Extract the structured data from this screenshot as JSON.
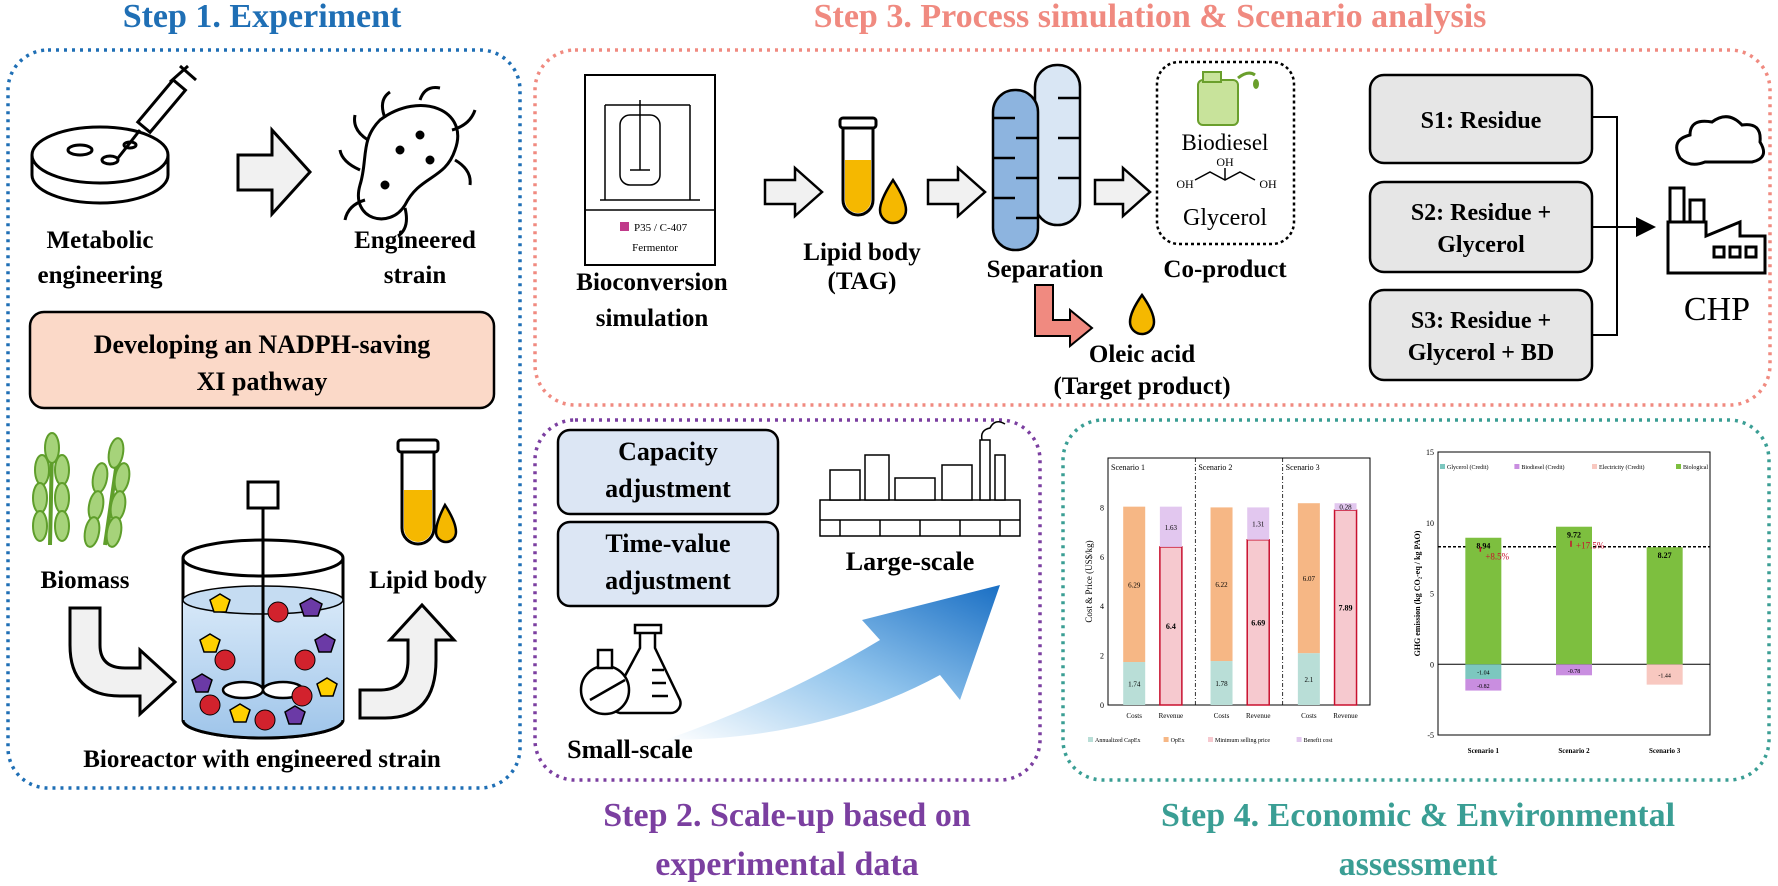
{
  "step1": {
    "title": "Step 1. Experiment",
    "metabolic": [
      "Metabolic",
      "engineering"
    ],
    "engineered_strain": [
      "Engineered",
      "strain"
    ],
    "pathway_box": [
      "Developing an NADPH-saving",
      "XI pathway"
    ],
    "biomass": "Biomass",
    "lipid_body": "Lipid body",
    "bioreactor": "Bioreactor with engineered strain"
  },
  "step2": {
    "title": [
      "Step 2. Scale-up based on",
      "experimental data"
    ],
    "capacity": [
      "Capacity",
      "adjustment"
    ],
    "time_value": [
      "Time-value",
      "adjustment"
    ],
    "small_scale": "Small-scale",
    "large_scale": "Large-scale"
  },
  "step3": {
    "title": "Step 3. Process simulation & Scenario analysis",
    "fermentor_code": "P35 / C-407",
    "fermentor_label": "Fermentor",
    "bioconversion": [
      "Bioconversion",
      "simulation"
    ],
    "lipid_tag": [
      "Lipid body",
      "(TAG)"
    ],
    "separation": "Separation",
    "biodiesel": "Biodiesel",
    "oh_label": "OH",
    "glycerol": "Glycerol",
    "coproduct": "Co-product",
    "oleic": [
      "Oleic acid",
      "(Target product)"
    ],
    "s1": "S1: Residue",
    "s2": [
      "S2: Residue +",
      "Glycerol"
    ],
    "s3": [
      "S3: Residue +",
      "Glycerol + BD"
    ],
    "chp": "CHP"
  },
  "step4": {
    "title": [
      "Step 4. Economic & Environmental",
      "assessment"
    ]
  },
  "colors": {
    "step1": "#1f6fb5",
    "step2": "#7b3fa0",
    "step3": "#f08a80",
    "step4": "#3a9e94",
    "pathway_fill": "#fbd9c8",
    "adjust_fill": "#dce6f4",
    "capex": "#b9ded7",
    "opex": "#f6b785",
    "msp": "#f6c9cf",
    "benefit": "#e2c7ef",
    "glycerol_credit": "#7cc7bf",
    "biodiesel_credit": "#c98ee0",
    "electricity_credit": "#f8c8c0",
    "biological": "#7dbf3f"
  },
  "chart_data": [
    {
      "type": "bar",
      "ylabel": "Cost & Price (US$/kg)",
      "ylim": [
        0,
        10
      ],
      "yticks": [
        0,
        2,
        4,
        6,
        8
      ],
      "scenarios": [
        "Scenario 1",
        "Scenario 2",
        "Scenario 3"
      ],
      "categories": [
        "Costs",
        "Revenue"
      ],
      "series": [
        {
          "name": "Annualized CapEx",
          "values": [
            1.74,
            1.78,
            2.1
          ]
        },
        {
          "name": "OpEx",
          "values": [
            6.29,
            6.22,
            6.07
          ]
        },
        {
          "name": "Minimum selling price",
          "values": [
            6.4,
            6.69,
            7.89
          ]
        },
        {
          "name": "Benefit cost",
          "values": [
            1.63,
            1.31,
            0.28
          ]
        }
      ],
      "legend_position": "bottom"
    },
    {
      "type": "bar",
      "ylabel": "GHG emission (kg CO₂-eq / kg PAO)",
      "ylim": [
        -5,
        15
      ],
      "yticks": [
        -5,
        0,
        5,
        10,
        15
      ],
      "categories": [
        "Scenario 1",
        "Scenario 2",
        "Scenario 3"
      ],
      "series": [
        {
          "name": "Glycerol (Credit)",
          "values": [
            -1.04,
            0,
            0
          ]
        },
        {
          "name": "Biodiesel (Credit)",
          "values": [
            -0.82,
            -0.78,
            0
          ]
        },
        {
          "name": "Electricity (Credit)",
          "values": [
            0,
            0,
            -1.44
          ]
        },
        {
          "name": "Biological",
          "values": [
            8.94,
            9.72,
            8.27
          ]
        }
      ],
      "reference_line": 8.3,
      "annotations": [
        "+8.5%",
        "+17.5%"
      ],
      "legend_position": "top"
    }
  ]
}
